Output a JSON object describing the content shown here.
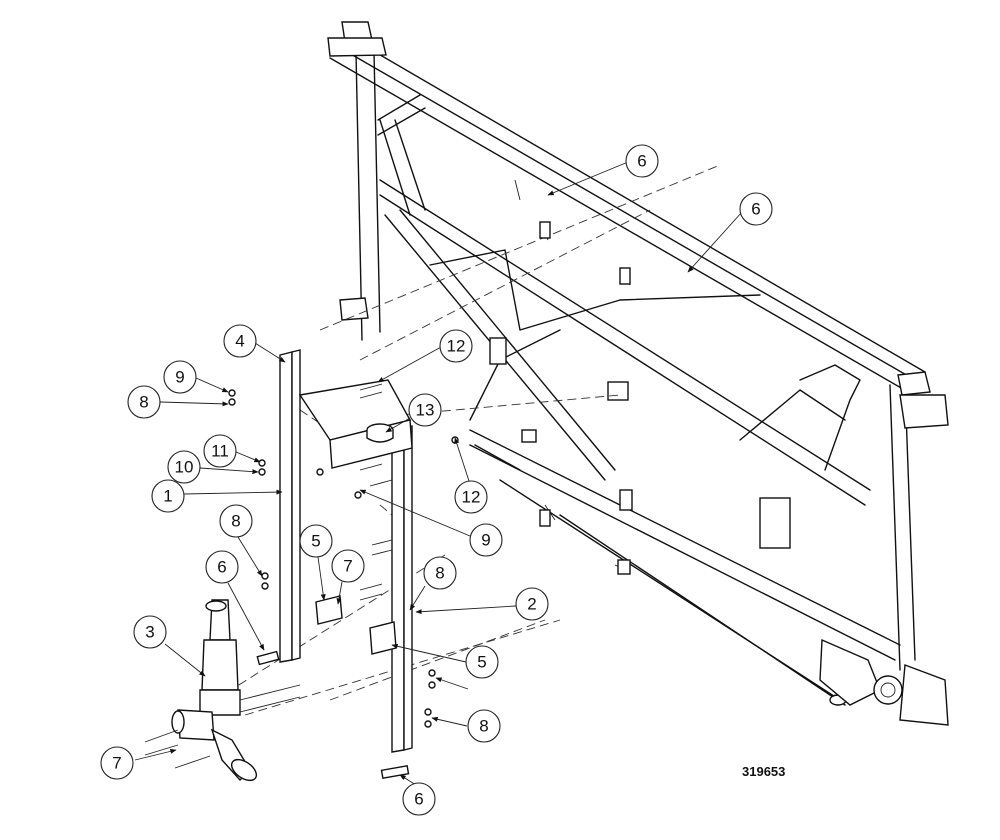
{
  "drawing_number": "319653",
  "callouts": [
    "6",
    "6",
    "4",
    "12",
    "9",
    "8",
    "13",
    "11",
    "10",
    "1",
    "12",
    "9",
    "8",
    "5",
    "6",
    "7",
    "8",
    "3",
    "2",
    "5",
    "8",
    "7",
    "6"
  ]
}
